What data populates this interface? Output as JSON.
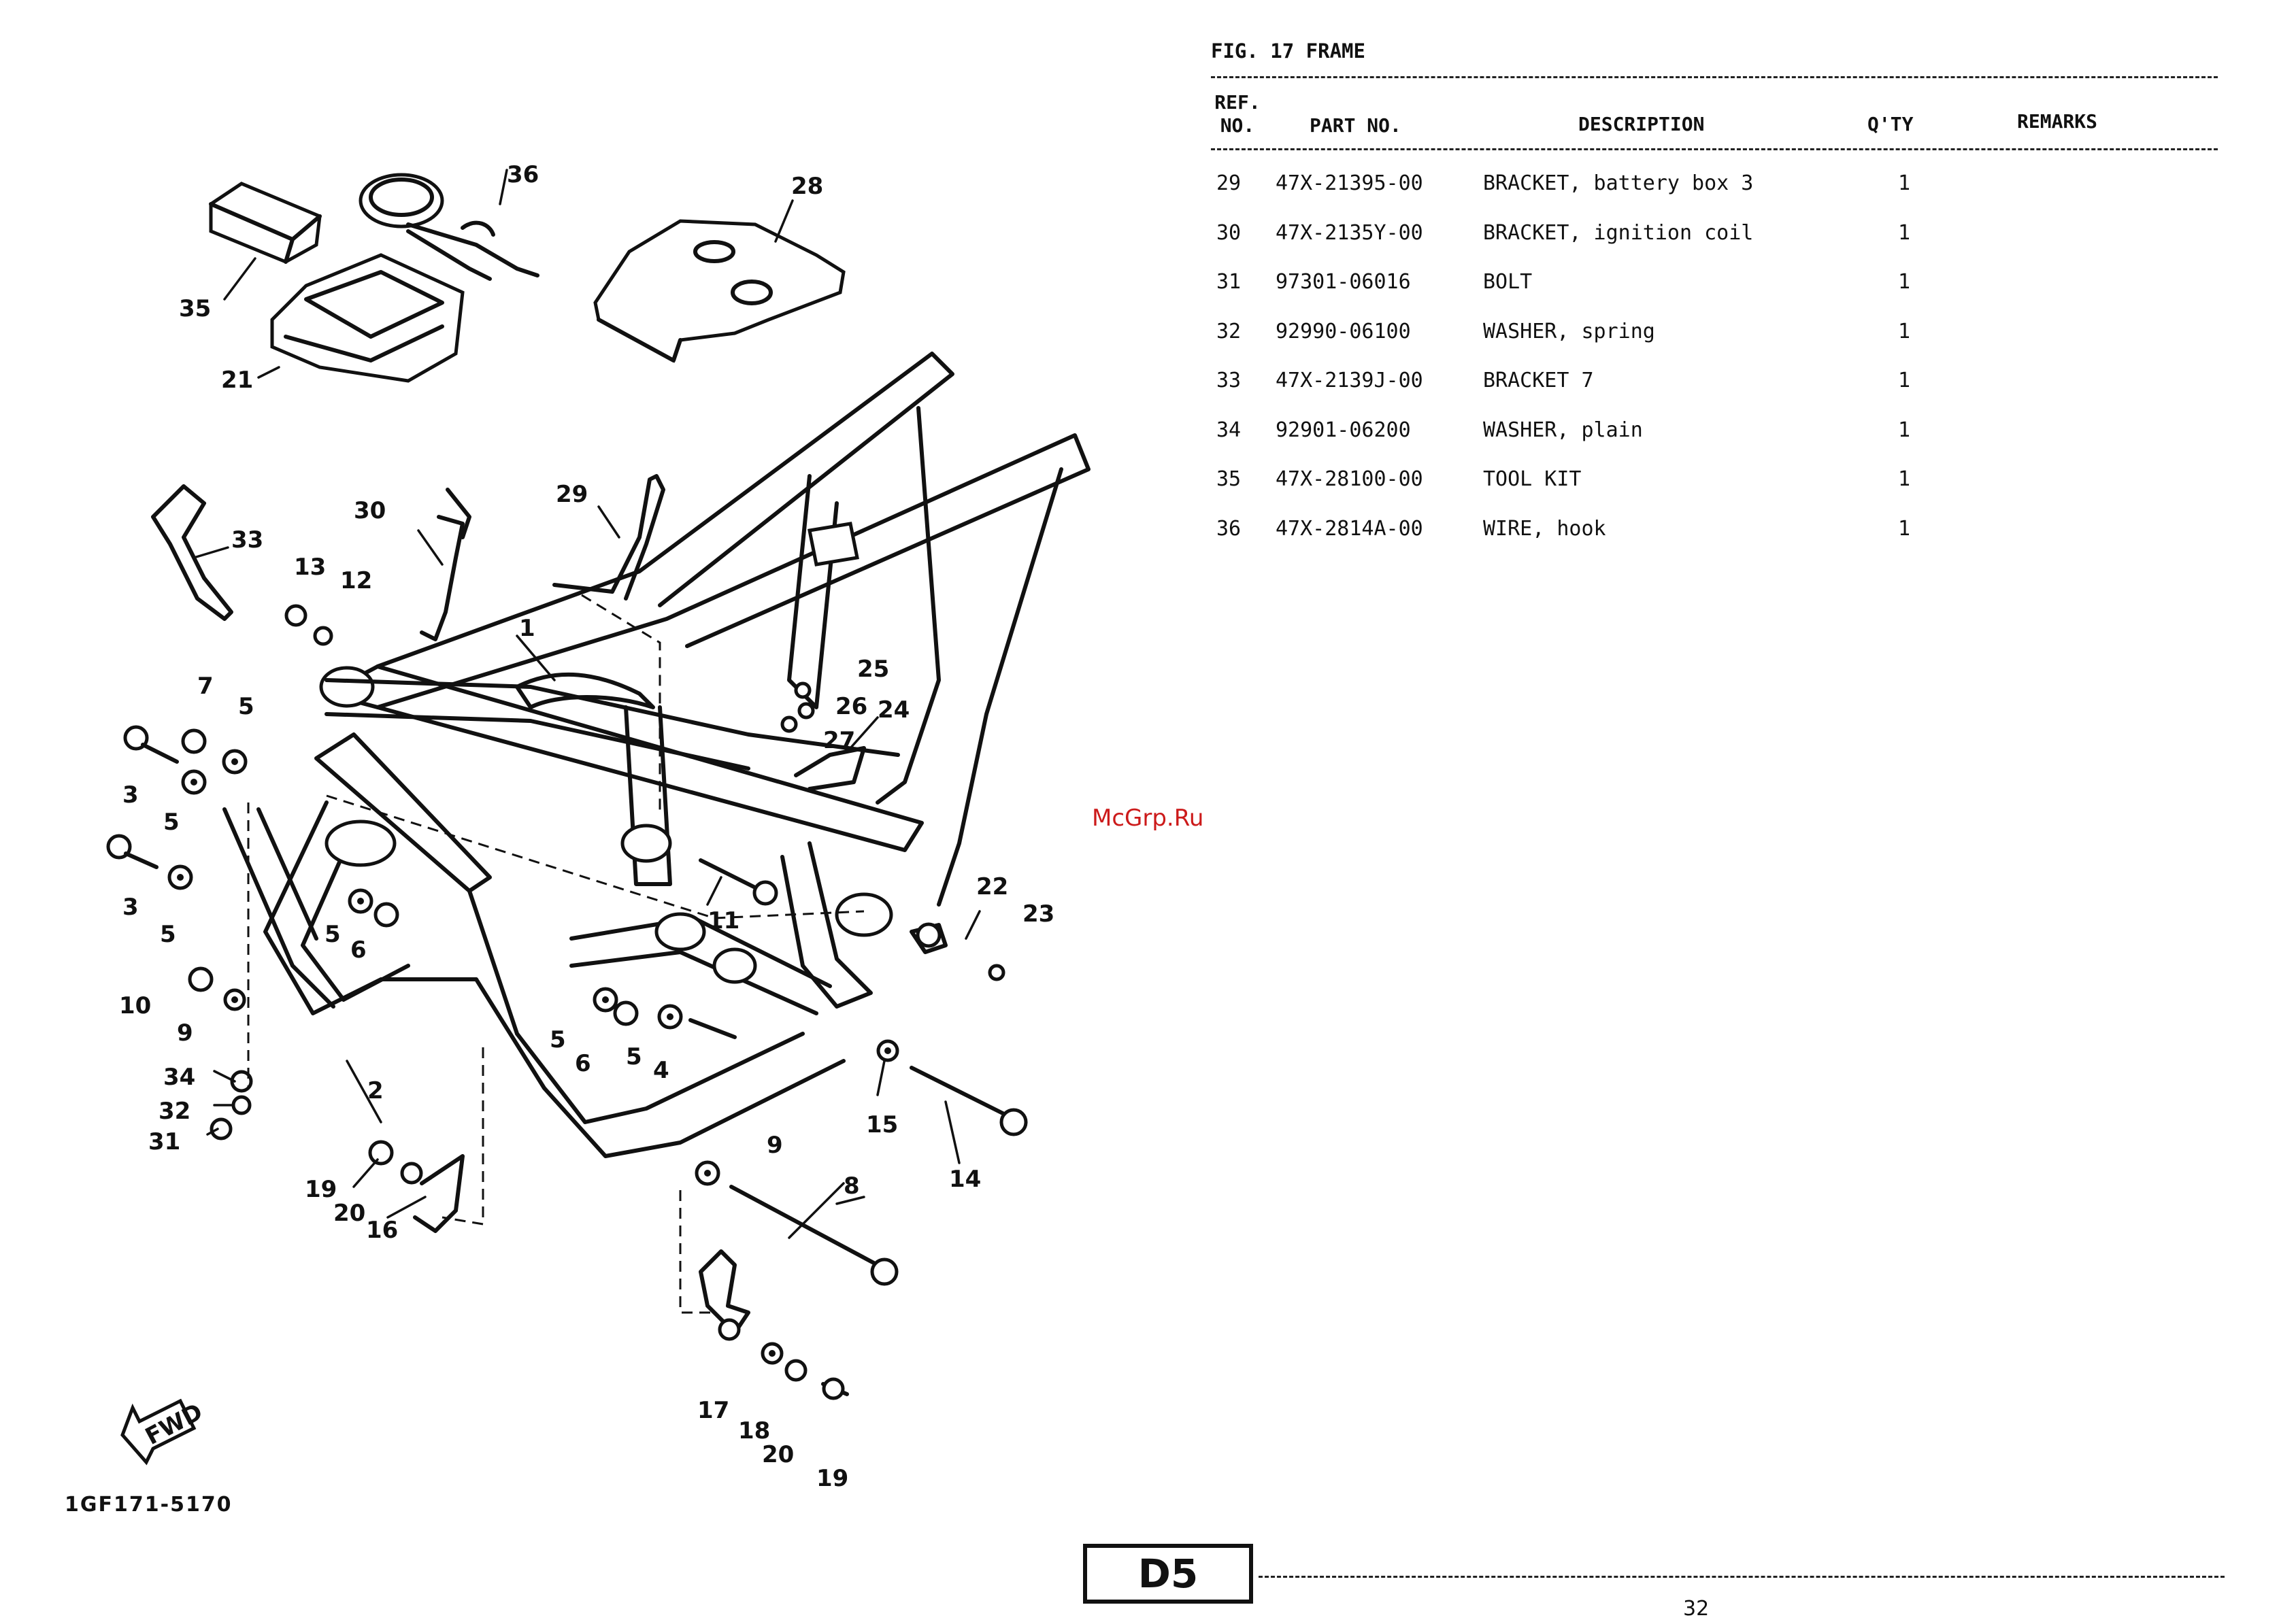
{
  "figure": {
    "title": "FIG. 17  FRAME",
    "diagram_code": "1GF171-5170",
    "fwd_label": "FWD"
  },
  "table": {
    "headers": {
      "ref_line1": "REF.",
      "ref_line2": "NO.",
      "part_no": "PART NO.",
      "description": "DESCRIPTION",
      "qty": "Q'TY",
      "remarks": "REMARKS"
    },
    "rows": [
      {
        "ref": "29",
        "part": "47X-21395-00",
        "desc": "BRACKET, battery box 3",
        "qty": "1",
        "remarks": ""
      },
      {
        "ref": "30",
        "part": "47X-2135Y-00",
        "desc": "BRACKET, ignition coil",
        "qty": "1",
        "remarks": ""
      },
      {
        "ref": "31",
        "part": "97301-06016",
        "desc": "BOLT",
        "qty": "1",
        "remarks": ""
      },
      {
        "ref": "32",
        "part": "92990-06100",
        "desc": "WASHER, spring",
        "qty": "1",
        "remarks": ""
      },
      {
        "ref": "33",
        "part": "47X-2139J-00",
        "desc": "BRACKET 7",
        "qty": "1",
        "remarks": ""
      },
      {
        "ref": "34",
        "part": "92901-06200",
        "desc": "WASHER, plain",
        "qty": "1",
        "remarks": ""
      },
      {
        "ref": "35",
        "part": "47X-28100-00",
        "desc": "TOOL KIT",
        "qty": "1",
        "remarks": ""
      },
      {
        "ref": "36",
        "part": "47X-2814A-00",
        "desc": "WIRE, hook",
        "qty": "1",
        "remarks": ""
      }
    ]
  },
  "callouts": [
    "1",
    "2",
    "3",
    "3",
    "4",
    "5",
    "5",
    "5",
    "5",
    "5",
    "5",
    "6",
    "6",
    "7",
    "8",
    "9",
    "9",
    "10",
    "11",
    "12",
    "13",
    "14",
    "15",
    "16",
    "17",
    "18",
    "19",
    "19",
    "20",
    "20",
    "21",
    "22",
    "23",
    "24",
    "25",
    "26",
    "27",
    "28",
    "29",
    "30",
    "31",
    "32",
    "33",
    "34",
    "35",
    "36"
  ],
  "watermark": "McGrp.Ru",
  "footer": {
    "section": "D5",
    "page_number": "32"
  }
}
